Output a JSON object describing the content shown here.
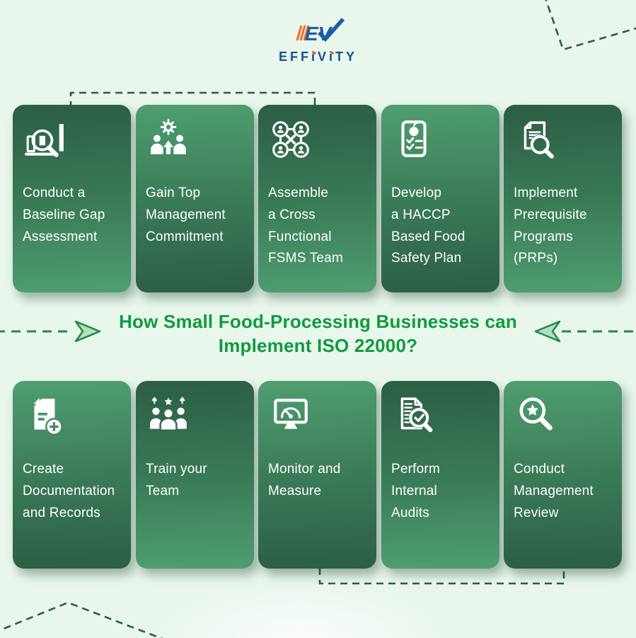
{
  "logo": {
    "mark": "EV",
    "brand_prefix": "EFF",
    "brand_i1": "i",
    "brand_mid": "V",
    "brand_i2": "i",
    "brand_suffix": "TY"
  },
  "title": {
    "text": "How Small Food-Processing Businesses can\nImplement ISO 22000?"
  },
  "colors": {
    "background": "#e8f6ec",
    "card_green_dark": "#2c5e45",
    "card_green_light": "#4f9e71",
    "title_green": "#0f9b3d",
    "dashed_line_green": "#2b5c43",
    "arrow_fill": "#b5ddbf",
    "arrow_stroke": "#1f8a44",
    "logo_blue": "#17508d",
    "logo_orange": "#f26a21",
    "card_text": "#ffffff"
  },
  "cards": [
    {
      "label": "Conduct a\nBaseline Gap\nAssessment",
      "icon": "gap-analysis-icon"
    },
    {
      "label": "Gain Top\nManagement\nCommitment",
      "icon": "management-commitment-icon"
    },
    {
      "label": "Assemble\na Cross\nFunctional\nFSMS Team",
      "icon": "team-network-icon"
    },
    {
      "label": "Develop\na HACCP\nBased Food\nSafety Plan",
      "icon": "haccp-plan-icon"
    },
    {
      "label": "Implement\nPrerequisite\nPrograms\n(PRPs)",
      "icon": "document-search-icon"
    },
    {
      "label": "Create\nDocumentation\nand Records",
      "icon": "document-add-icon"
    },
    {
      "label": "Train your\nTeam",
      "icon": "team-training-icon"
    },
    {
      "label": "Monitor and\nMeasure",
      "icon": "monitor-gauge-icon"
    },
    {
      "label": "Perform\nInternal\nAudits",
      "icon": "audit-search-icon"
    },
    {
      "label": "Conduct\nManagement\nReview",
      "icon": "star-search-icon"
    }
  ]
}
